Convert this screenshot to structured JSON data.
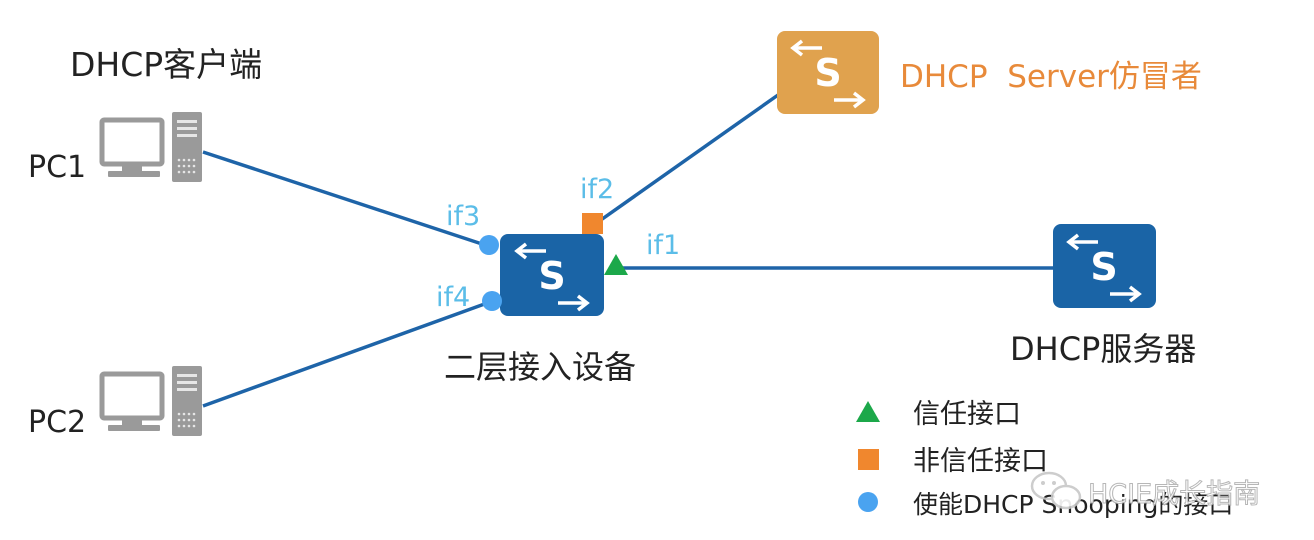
{
  "clients_group_label": "DHCP客户端",
  "pc1": {
    "label": "PC1"
  },
  "pc2": {
    "label": "PC2"
  },
  "access_switch": {
    "label": "二层接入设备",
    "symbol": "S"
  },
  "fake_server": {
    "label": "DHCP  Server仿冒者",
    "symbol": "S"
  },
  "dhcp_server": {
    "label": "DHCP服务器",
    "symbol": "S"
  },
  "interfaces": {
    "if1": "if1",
    "if2": "if2",
    "if3": "if3",
    "if4": "if4"
  },
  "legend": {
    "trusted": "信任接口",
    "untrusted": "非信任接口",
    "snooping": "使能DHCP Snooping的接口"
  },
  "watermark": "HCIE成长指南",
  "colors": {
    "link": "#1e64a8",
    "switch_blue": "#1a64a6",
    "switch_orange": "#e0a24e",
    "fake_text": "#e88a3a",
    "trusted": "#1ca84a",
    "untrusted": "#f0872e",
    "snooping": "#4aa3f0",
    "iface_text": "#5bbde8",
    "pc_gray": "#9a9a9a"
  }
}
